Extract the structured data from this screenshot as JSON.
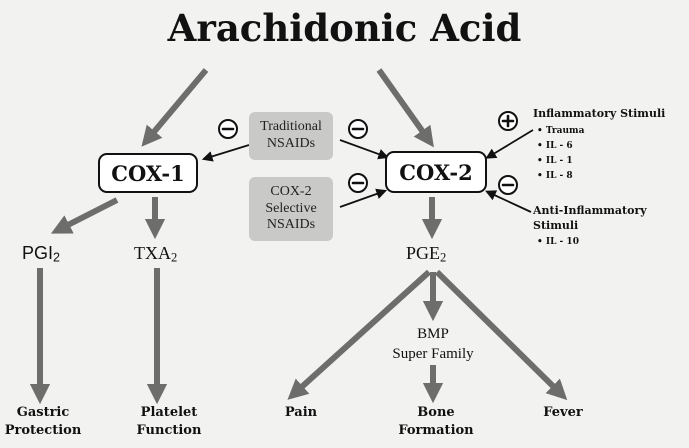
{
  "title": "Arachidonic Acid",
  "cox1": {
    "label": "COX-1"
  },
  "cox2": {
    "label": "COX-2"
  },
  "nsaids_traditional": {
    "line1": "Traditional",
    "line2": "NSAIDs"
  },
  "nsaids_selective": {
    "line1": "COX-2",
    "line2": "Selective",
    "line3": "NSAIDs"
  },
  "products": {
    "pgi2": {
      "base": "PGI",
      "sub": "2"
    },
    "txa2": {
      "base": "TXA",
      "sub": "2"
    },
    "pge2": {
      "base": "PGE",
      "sub": "2"
    }
  },
  "bmp": {
    "line1": "BMP",
    "line2": "Super Family"
  },
  "outcomes": {
    "gastric": {
      "line1": "Gastric",
      "line2": "Protection"
    },
    "platelet": {
      "line1": "Platelet",
      "line2": "Function"
    },
    "pain": "Pain",
    "bone": {
      "line1": "Bone",
      "line2": "Formation"
    },
    "fever": "Fever"
  },
  "inflammatory": {
    "heading": "Inflammatory Stimuli",
    "items": [
      "• Trauma",
      "• IL - 6",
      "• IL - 1",
      "• IL - 8"
    ]
  },
  "anti_inflammatory": {
    "heading_line1": "Anti-Inflammatory",
    "heading_line2": "Stimuli",
    "items": [
      "• IL - 10"
    ]
  },
  "signs": {
    "minus": "−",
    "plus": "+"
  },
  "colors": {
    "arrow": "#6d6e6c",
    "background": "#f2f2f1",
    "nsaid_box": "#c9c9c7",
    "text": "#111111"
  }
}
